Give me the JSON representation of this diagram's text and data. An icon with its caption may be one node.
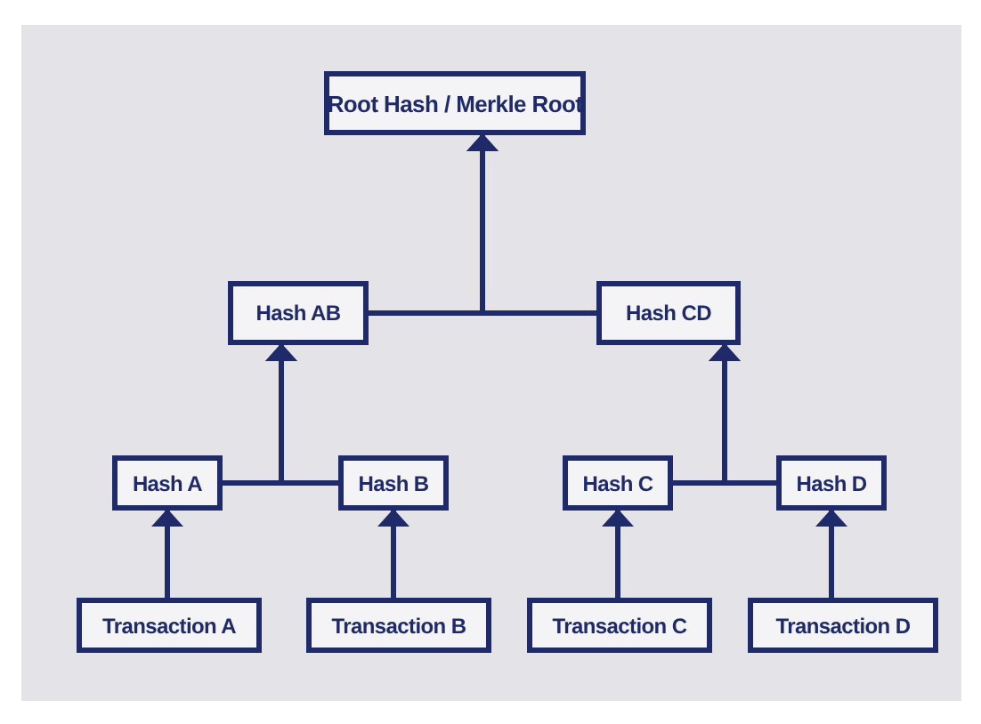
{
  "diagram": {
    "nodes": [
      {
        "text": [
          "Root Hash / Merkle Root"
        ]
      },
      {
        "text": [
          "Hash AB"
        ]
      },
      {
        "text": [
          "Hash CD"
        ]
      },
      {
        "text": [
          "Hash A"
        ]
      },
      {
        "text": [
          "Hash B"
        ]
      },
      {
        "text": [
          "Hash C"
        ]
      },
      {
        "text": [
          "Hash D"
        ]
      },
      {
        "text": [
          "Transaction A"
        ]
      },
      {
        "text": [
          "Transaction B"
        ]
      },
      {
        "text": [
          "Transaction C"
        ]
      },
      {
        "text": [
          "Transaction D"
        ]
      }
    ],
    "edges": [
      {
        "from": 7,
        "to": 3,
        "arrow": "to"
      },
      {
        "from": 8,
        "to": 4,
        "arrow": "to"
      },
      {
        "from": 9,
        "to": 5,
        "arrow": "to"
      },
      {
        "from": 10,
        "to": 6,
        "arrow": "to"
      },
      {
        "from": 3,
        "to": 1,
        "arrow": "to"
      },
      {
        "from": 4,
        "to": 1,
        "arrow": "to"
      },
      {
        "from": 5,
        "to": 2,
        "arrow": "to"
      },
      {
        "from": 6,
        "to": 2,
        "arrow": "to"
      },
      {
        "from": 1,
        "to": 0,
        "arrow": "to"
      },
      {
        "from": 2,
        "to": 0,
        "arrow": "to"
      }
    ]
  }
}
